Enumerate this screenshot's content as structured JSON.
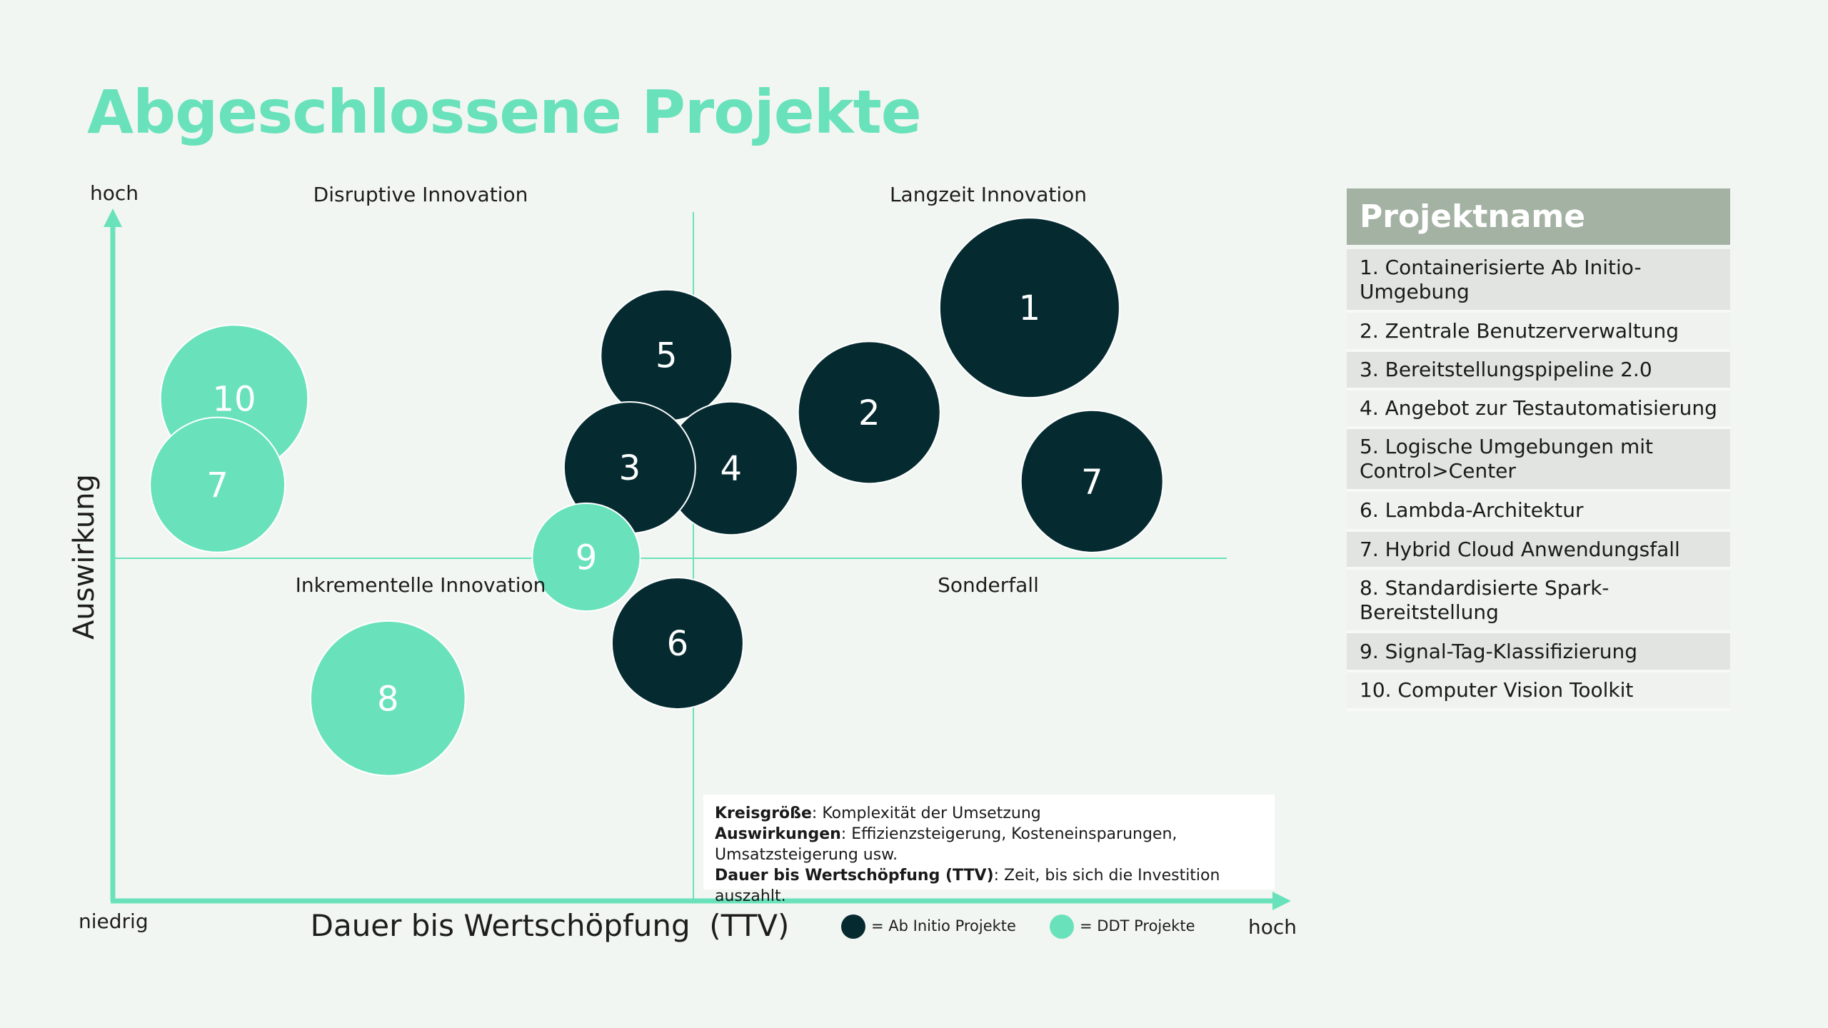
{
  "title": "Abgeschlossene Projekte",
  "colors": {
    "background": "#f2f6f2",
    "ddt": "#69e2bb",
    "ab_initio": "#052b31",
    "header": "#a3b2a3"
  },
  "chart_data": {
    "type": "scatter",
    "subtype": "bubble",
    "xlabel": "Dauer bis Wertschöpfung  (TTV)",
    "ylabel": "Auswirkung",
    "x_low_label": "niedrig",
    "x_high_label": "hoch",
    "y_high_label": "hoch",
    "xlim": [
      0,
      100
    ],
    "ylim": [
      0,
      100
    ],
    "quadrants": {
      "top_left": "Disruptive Innovation",
      "top_right": "Langzeit Innovation",
      "bottom_left": "Inkrementelle Innovation",
      "bottom_right": "Sonderfall"
    },
    "legend": [
      {
        "label": "= Ab Initio Projekte",
        "color": "#052b31"
      },
      {
        "label": "= DDT Projekte",
        "color": "#69e2bb"
      }
    ],
    "points": [
      {
        "label": "1",
        "group": "Ab Initio",
        "x": 82.3,
        "y": 86.1,
        "size": 1.0
      },
      {
        "label": "2",
        "group": "Ab Initio",
        "x": 67.9,
        "y": 70.9,
        "size": 0.79
      },
      {
        "label": "5",
        "group": "Ab Initio",
        "x": 49.7,
        "y": 79.2,
        "size": 0.73
      },
      {
        "label": "4",
        "group": "Ab Initio",
        "x": 55.5,
        "y": 62.8,
        "size": 0.74
      },
      {
        "label": "3",
        "group": "Ab Initio",
        "x": 46.4,
        "y": 62.9,
        "size": 0.73
      },
      {
        "label": "7",
        "group": "Ab Initio",
        "x": 87.9,
        "y": 60.9,
        "size": 0.79
      },
      {
        "label": "6",
        "group": "Ab Initio",
        "x": 50.7,
        "y": 37.4,
        "size": 0.73
      },
      {
        "label": "10",
        "group": "DDT",
        "x": 10.9,
        "y": 72.9,
        "size": 0.82
      },
      {
        "label": "7",
        "group": "DDT",
        "x": 9.4,
        "y": 60.4,
        "size": 0.75
      },
      {
        "label": "9",
        "group": "DDT",
        "x": 42.5,
        "y": 49.9,
        "size": 0.6
      },
      {
        "label": "8",
        "group": "DDT",
        "x": 24.7,
        "y": 29.4,
        "size": 0.86
      }
    ]
  },
  "note": {
    "l1_bold": "Kreisgröße",
    "l1": ": Komplexität der Umsetzung",
    "l2_bold": "Auswirkungen",
    "l2": ": Effizienzsteigerung, Kosteneinsparungen, Umsatzsteigerung usw.",
    "l3_bold": "Dauer bis Wertschöpfung (TTV)",
    "l3": ": Zeit, bis sich die Investition auszahlt."
  },
  "table": {
    "header": "Projektname",
    "rows": [
      "1. Containerisierte Ab Initio-Umgebung",
      "2. Zentrale Benutzerverwaltung",
      "3. Bereitstellungspipeline 2.0",
      "4. Angebot zur Testautomatisierung",
      "5. Logische Umgebungen mit Control>Center",
      "6. Lambda-Architektur",
      "7. Hybrid Cloud Anwendungsfall",
      "8. Standardisierte Spark-Bereitstellung",
      "9. Signal-Tag-Klassifizierung",
      "10. Computer Vision Toolkit"
    ]
  }
}
